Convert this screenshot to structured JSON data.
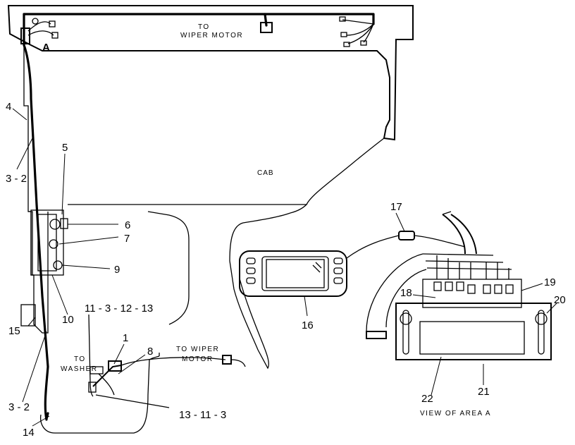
{
  "captions": {
    "to_wiper_motor_top_1": "TO",
    "to_wiper_motor_top_2": "WIPER MOTOR",
    "cab": "CAB",
    "to_washer_1": "TO",
    "to_washer_2": "WASHER",
    "to_wiper_motor_bottom_1": "TO WIPER",
    "to_wiper_motor_bottom_2": "MOTOR",
    "area_marker": "A",
    "view_of_area": "VIEW OF AREA A"
  },
  "callouts": {
    "c1": "1",
    "c3_2_upper": "3 - 2",
    "c3_2_lower": "3 - 2",
    "c4": "4",
    "c5": "5",
    "c6": "6",
    "c7": "7",
    "c8": "8",
    "c9": "9",
    "c10": "10",
    "c11_3_12_13": "11 - 3 - 12 - 13",
    "c13_11_3": "13 - 11 - 3",
    "c14": "14",
    "c15": "15",
    "c16": "16",
    "c17": "17",
    "c18": "18",
    "c19": "19",
    "c20": "20",
    "c21": "21",
    "c22": "22"
  }
}
